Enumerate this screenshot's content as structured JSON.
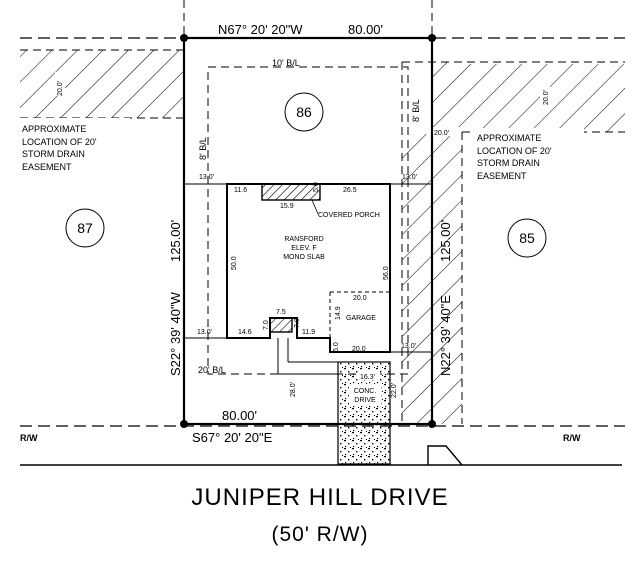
{
  "lots": {
    "subject": "86",
    "left": "87",
    "right": "85"
  },
  "bearings": {
    "north": "N67° 20' 20\"W",
    "south": "S67° 20' 20\"E",
    "west": "S22° 39' 40\"W",
    "east": "N22° 39' 40\"E"
  },
  "distances": {
    "north": "80.00'",
    "south": "80.00'",
    "west": "125.00'",
    "east": "125.00'"
  },
  "setbacks": {
    "front": "20' B/L",
    "rear": "10' B/L",
    "side_left": "8' B/L",
    "side_right": "8' B/L"
  },
  "easements": {
    "left": [
      "APPROXIMATE",
      "LOCATION OF 20'",
      "STORM DRAIN",
      "EASEMENT"
    ],
    "right": [
      "APPROXIMATE",
      "LOCATION OF 20'",
      "STORM DRAIN",
      "EASEMENT"
    ],
    "left_width": "20.0'",
    "right_width": "20.0'",
    "right_offset": "20.0'"
  },
  "house": {
    "lines": [
      "RANSFORD",
      "ELEV. F",
      "MONO SLAB"
    ],
    "porch": "COVERED PORCH",
    "garage": "GARAGE",
    "dims": {
      "left_offset_top": "13.0'",
      "right_offset_top": "13.0'",
      "left_offset_bottom": "13.0'",
      "right_offset_bottom": "13.0'",
      "d_11_6": "11.6",
      "d_5_0": "5.0",
      "d_26_5": "26.5",
      "d_15_9": "15.9",
      "d_50_0": "50.0",
      "d_56_0": "56.0",
      "d_20_0_garage": "20.0",
      "d_14_9": "14.9",
      "d_6_0": "6.0",
      "d_20_0_front": "20.0",
      "d_14_6": "14.6",
      "d_7_5": "7.5",
      "d_7_0a": "7.0",
      "d_7_0b": "7.0",
      "d_11_9": "11.9",
      "d_28_0": "28.0'",
      "d_22_0": "22.0'",
      "d_16_3": "16.3'"
    }
  },
  "drive": [
    "CONC.",
    "DRIVE"
  ],
  "rw": {
    "left": "R/W",
    "right": "R/W"
  },
  "street": {
    "name": "JUNIPER HILL DRIVE",
    "row": "(50' R/W)"
  }
}
